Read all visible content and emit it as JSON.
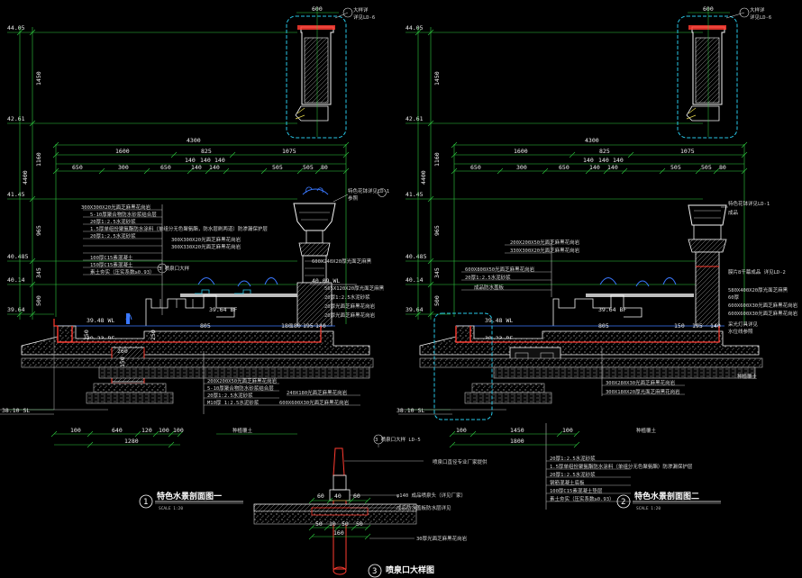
{
  "colors": {
    "background": "#000000",
    "dimension": "#2ecc40",
    "outline": "#f5f5f5",
    "accent_red": "#ff3b30",
    "callout": "#28c8e8",
    "water": "#3a78ff",
    "hatch": "#bdbdbd",
    "leader": "#e0e0e0",
    "yellow": "#e6d84a"
  },
  "elevations_left": [
    "44.05",
    "42.61",
    "41.45",
    "40.485",
    "40.14",
    "39.64",
    "38.10 SL"
  ],
  "elevations_right": [
    "44.05",
    "42.61",
    "41.45",
    "40.485",
    "40.14",
    "39.64",
    "38.10 SL"
  ],
  "vertical_dims_left": [
    "1450",
    "1160",
    "4400",
    "965",
    "345",
    "500"
  ],
  "vertical_dims_right": [
    "1450",
    "1160",
    "4400",
    "965",
    "345",
    "500"
  ],
  "left_section": {
    "top_dim_total": "4300",
    "top_dim_row1": [
      "1600",
      "825",
      "1075"
    ],
    "top_dim_row2": [
      "140",
      "140",
      "140"
    ],
    "top_dim_row3": [
      "650",
      "300",
      "650",
      "140",
      "140",
      "505",
      "505",
      "80"
    ],
    "top_width": "600",
    "top_callout_a": "大样详",
    "top_callout_b": "详见LD-6",
    "notes_left": [
      "300X300X20光面芝麻黑花岗岩",
      "5-10厚聚合物防水砂浆结合层",
      "20厚1:2.5水泥砂浆",
      "1.5厚单组份聚氨酯防水涂料（单组分无色聚氨酯，防水层刷两道）防渗漏保护层",
      "20厚1:2.5水泥砂浆",
      "300X300X20光面芝麻黑花岗岩",
      "300X330X20光面芝麻黑花岗岩",
      "100厚C15素混凝土",
      "150厚C15素混凝土",
      "素土夯实（压实系数≥0.93）"
    ],
    "notes_right": [
      "600X240X20厚光面芝麻黑",
      "40.09 WL",
      "565X120X20厚光面芝麻黑",
      "20厚1:2.5水泥砂浆",
      "20厚光面芝麻黑花岗岩",
      "20厚光面芝麻黑花岗岩"
    ],
    "urn_note": "特色花钵详见LD-1",
    "urn_note2": "参照",
    "callout_3": "3 喷泉口大样",
    "water_level_1": "39.48 WL",
    "water_level_2": "39.64 BF",
    "bottom_level": "39.23 BF",
    "step_dims": [
      "805",
      "180",
      "180",
      "195",
      "140"
    ],
    "bottom_dims": [
      "100",
      "640",
      "120",
      "100",
      "100"
    ],
    "bottom_total": "1280",
    "small_dims": [
      "250",
      "150",
      "250",
      "260"
    ],
    "bottom_notes": [
      "200X200X50光面芝麻黑花岗岩",
      "5-10厚聚合物防水砂浆结合层",
      "20厚1:2.5水泥砂浆",
      "M10厚 1:2.5水泥砂浆",
      "240X180光面芝麻黑花岗岩",
      "600X600X30光面芝麻黑花岗岩"
    ],
    "ground_note": "种植覆土",
    "title": "特色水景剖面图一",
    "title_num": "1",
    "scale": "SCALE    1:20"
  },
  "right_section": {
    "top_dim_total": "4300",
    "top_dim_row1": [
      "1600",
      "825",
      "1075"
    ],
    "top_dim_row2": [
      "140",
      "140",
      "140"
    ],
    "top_dim_row3": [
      "650",
      "300",
      "650",
      "140",
      "140",
      "505",
      "505",
      "80"
    ],
    "top_width": "600",
    "top_callout_a": "大样详",
    "top_callout_b": "详见LD-6",
    "notes_left": [
      "200X200X50光面芝麻黑花岗岩",
      "330X300X20光面芝麻黑花岗岩",
      "600X800X50光面芝麻黑花岗岩",
      "20厚1:2.5水泥砂浆",
      "成品防水盖板"
    ],
    "notes_right": [
      "特色花钵详见LD-1",
      "成品",
      "膜片8千幕成品",
      "580X400X20厚光面芝麻黑",
      "60厚",
      "600X600X30光面芝麻黑花岗岩",
      "600X600X30光面芝麻黑花岗岩",
      "采光灯具详见",
      "水位线参照"
    ],
    "side_note": "膜片8千幕成品 详见LD-2",
    "water_level_1": "39.48 WL",
    "water_level_2": "39.64 BF",
    "bottom_level": "39.23 BF",
    "step_dims": [
      "805",
      "150",
      "195",
      "140"
    ],
    "bottom_dims": [
      "100",
      "1450",
      "100"
    ],
    "bottom_total": "1800",
    "bottom_notes": [
      "300X280X30光面芝麻黑花岗岩",
      "300X180X20厚光面芝麻黑花岗岩",
      "20厚1:2.5水泥砂浆",
      "1.5厚单组份聚氨酯防水涂料（单组分无色聚氨酯）防渗漏保护层",
      "20厚1:2.5水泥砂浆",
      "钢筋混凝土底板",
      "100厚C15素混凝土垫层",
      "素土夯实（压实系数≥0.93）"
    ],
    "left_callout": "3 喷泉口大样 LD-5",
    "ground_note": "种植覆土",
    "ground_note2": "种植覆土",
    "title": "特色水景剖面图二",
    "title_num": "2",
    "scale": "SCALE    1:20"
  },
  "nozzle_detail": {
    "dims_top": [
      "60",
      "40",
      "60"
    ],
    "dims_bottom": [
      "50",
      "10",
      "50",
      "50"
    ],
    "bottom_total": "160",
    "notes": [
      "喷泉口直径专业厂家提供",
      "φ140 成品喷泉头（详见厂家）",
      "成品防水盖板防水层详见",
      "30厚光面芝麻黑花岗岩"
    ],
    "title": "喷泉口大样图",
    "title_num": "3"
  }
}
